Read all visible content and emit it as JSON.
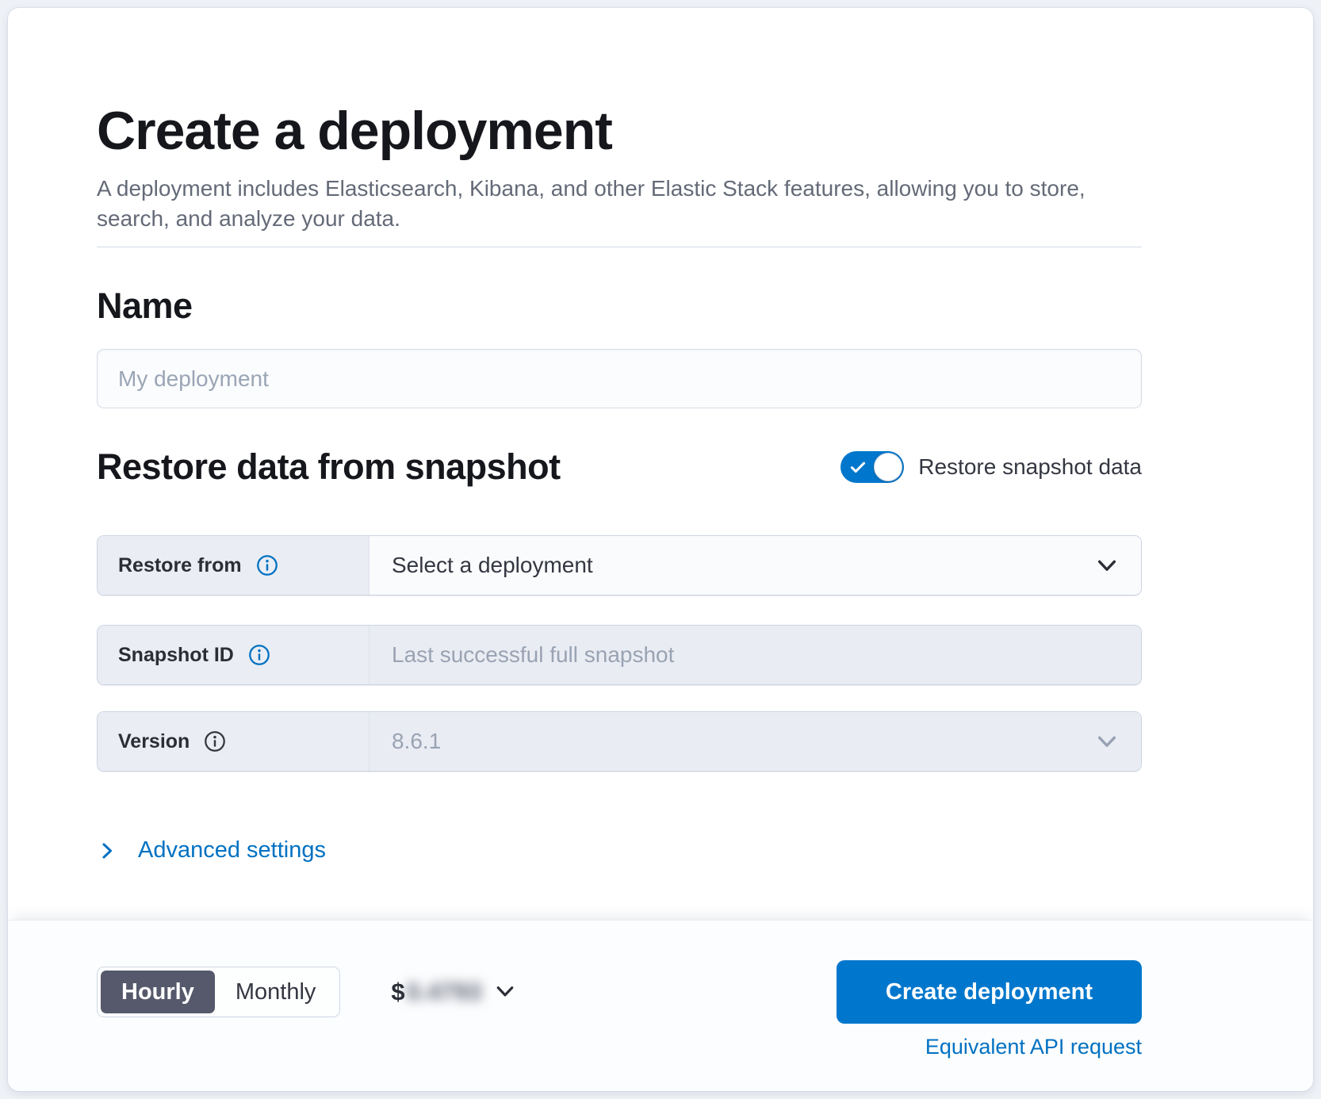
{
  "colors": {
    "primary_button": "#0077cc",
    "link": "#0071c2",
    "toggle_on": "#0077cc",
    "selected_segment": "#55596b",
    "row_label_bg": "#eaedf4",
    "disabled_field_bg": "#e9edf3"
  },
  "header": {
    "title": "Create a deployment",
    "subtitle": "A deployment includes Elasticsearch, Kibana, and other Elastic Stack features, allowing you to store, search, and analyze your data."
  },
  "name_section": {
    "heading": "Name",
    "placeholder": "My deployment"
  },
  "restore_section": {
    "heading": "Restore data from snapshot",
    "toggle": {
      "label": "Restore snapshot data",
      "state": "on"
    },
    "rows": [
      {
        "label": "Restore from",
        "info_icon": "info-circle-blue",
        "control": "select",
        "value": "Select a deployment",
        "disabled": false
      },
      {
        "label": "Snapshot ID",
        "info_icon": "info-circle-blue",
        "control": "text-input",
        "placeholder": "Last successful full snapshot",
        "disabled": true
      },
      {
        "label": "Version",
        "info_icon": "info-circle-dark",
        "control": "select",
        "value": "8.6.1",
        "disabled": true
      }
    ]
  },
  "advanced_settings": {
    "label": "Advanced settings"
  },
  "footer": {
    "billing_toggle": {
      "options": [
        "Hourly",
        "Monthly"
      ],
      "selected": "Hourly"
    },
    "price": {
      "currency": "$",
      "amount_blurred": "0.4793"
    },
    "create_button": "Create deployment",
    "api_link": "Equivalent API request"
  }
}
